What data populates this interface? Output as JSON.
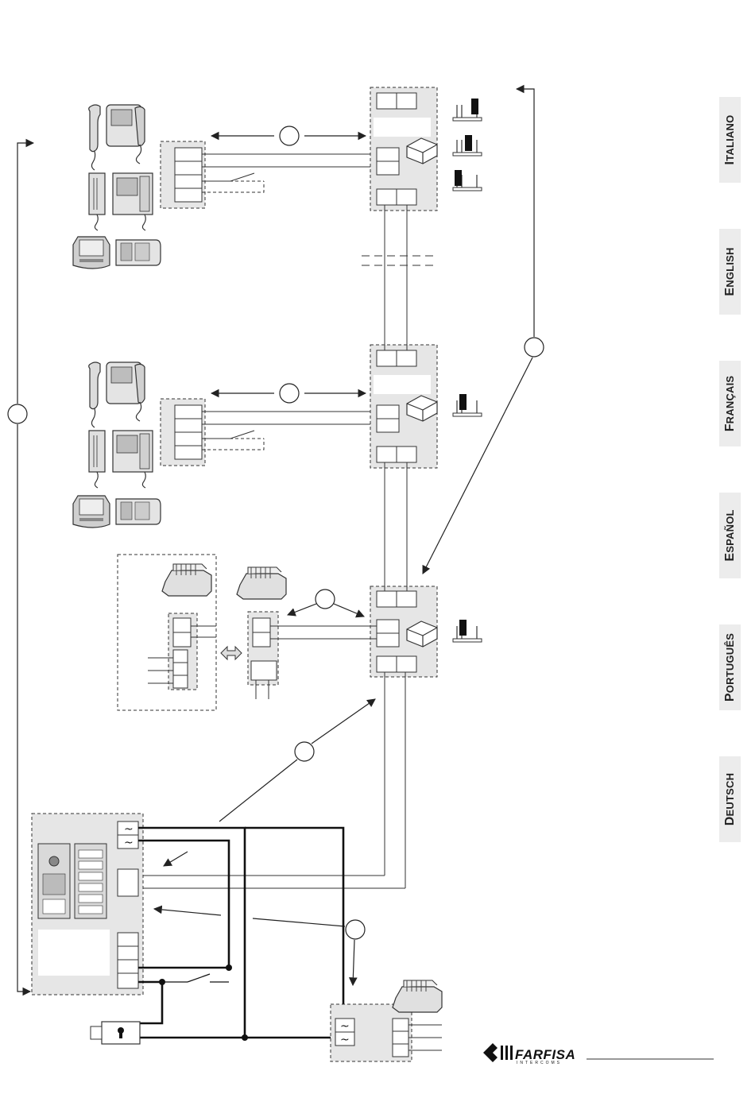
{
  "languages": [
    {
      "id": "it",
      "label": "ITALIANO"
    },
    {
      "id": "en",
      "label": "ENGLISH"
    },
    {
      "id": "fr",
      "label": "FRANÇAIS"
    },
    {
      "id": "es",
      "label": "ESPAÑOL"
    },
    {
      "id": "pt",
      "label": "PORTUGUÊS"
    },
    {
      "id": "de",
      "label": "DEUTSCH"
    }
  ],
  "brand": {
    "name": "FARFISA",
    "tagline": "INTERCOMS"
  },
  "colors": {
    "line": "#222222",
    "panel_fill": "#e6e6e6",
    "tab_fill": "#ececec",
    "device_fill": "#d9d9d9"
  },
  "power_symbol": "~"
}
